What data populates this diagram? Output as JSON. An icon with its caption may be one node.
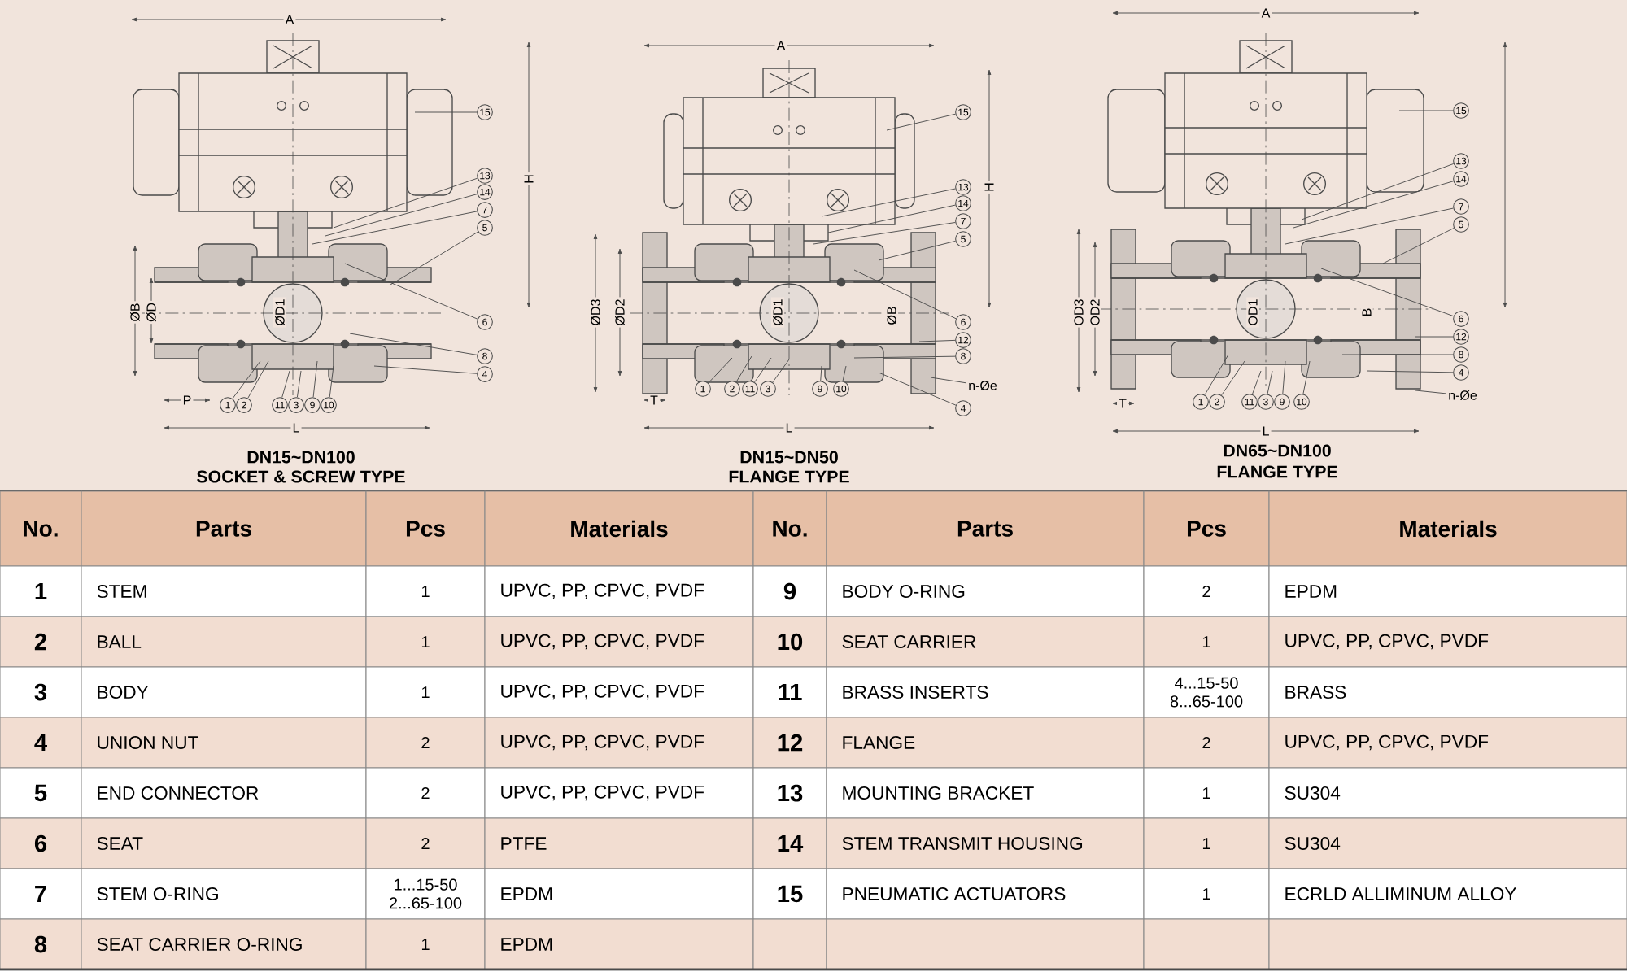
{
  "diagram": {
    "nodes": [
      {
        "text": [
          "15"
        ]
      },
      {
        "text": [
          "13"
        ]
      },
      {
        "text": [
          "14"
        ]
      },
      {
        "text": [
          "7"
        ]
      },
      {
        "text": [
          "5"
        ]
      },
      {
        "text": [
          "6"
        ]
      },
      {
        "text": [
          "8"
        ]
      },
      {
        "text": [
          "4"
        ]
      },
      {
        "text": [
          "1"
        ]
      },
      {
        "text": [
          "2"
        ]
      },
      {
        "text": [
          "11"
        ]
      },
      {
        "text": [
          "3"
        ]
      },
      {
        "text": [
          "9"
        ]
      },
      {
        "text": [
          "10"
        ]
      },
      {
        "text": [
          "15"
        ]
      },
      {
        "text": [
          "13"
        ]
      },
      {
        "text": [
          "14"
        ]
      },
      {
        "text": [
          "7"
        ]
      },
      {
        "text": [
          "5"
        ]
      },
      {
        "text": [
          "6"
        ]
      },
      {
        "text": [
          "12"
        ]
      },
      {
        "text": [
          "8"
        ]
      },
      {
        "text": [
          "n-Øe"
        ]
      },
      {
        "text": [
          "4"
        ]
      },
      {
        "text": [
          "1"
        ]
      },
      {
        "text": [
          "2"
        ]
      },
      {
        "text": [
          "11"
        ]
      },
      {
        "text": [
          "3"
        ]
      },
      {
        "text": [
          "9"
        ]
      },
      {
        "text": [
          "10"
        ]
      },
      {
        "text": [
          "15"
        ]
      },
      {
        "text": [
          "13"
        ]
      },
      {
        "text": [
          "14"
        ]
      },
      {
        "text": [
          "7"
        ]
      },
      {
        "text": [
          "5"
        ]
      },
      {
        "text": [
          "6"
        ]
      },
      {
        "text": [
          "12"
        ]
      },
      {
        "text": [
          "8"
        ]
      },
      {
        "text": [
          "4"
        ]
      },
      {
        "text": [
          "n-Øe"
        ]
      },
      {
        "text": [
          "1"
        ]
      },
      {
        "text": [
          "2"
        ]
      },
      {
        "text": [
          "11"
        ]
      },
      {
        "text": [
          "3"
        ]
      },
      {
        "text": [
          "9"
        ]
      },
      {
        "text": [
          "10"
        ]
      }
    ],
    "edges": [
      {
        "from": 0,
        "to": null,
        "arrow": "none"
      },
      {
        "from": 1,
        "to": null,
        "arrow": "none"
      },
      {
        "from": 2,
        "to": null,
        "arrow": "none"
      },
      {
        "from": 3,
        "to": null,
        "arrow": "none"
      },
      {
        "from": 4,
        "to": null,
        "arrow": "none"
      },
      {
        "from": 5,
        "to": null,
        "arrow": "none"
      },
      {
        "from": 6,
        "to": null,
        "arrow": "none"
      },
      {
        "from": 7,
        "to": null,
        "arrow": "none"
      },
      {
        "from": 8,
        "to": null,
        "arrow": "none"
      },
      {
        "from": 9,
        "to": null,
        "arrow": "none"
      },
      {
        "from": 10,
        "to": null,
        "arrow": "none"
      },
      {
        "from": 11,
        "to": null,
        "arrow": "none"
      },
      {
        "from": 12,
        "to": null,
        "arrow": "none"
      },
      {
        "from": 13,
        "to": null,
        "arrow": "none"
      },
      {
        "from": 14,
        "to": null,
        "arrow": "none"
      },
      {
        "from": 15,
        "to": null,
        "arrow": "none"
      },
      {
        "from": 16,
        "to": null,
        "arrow": "none"
      },
      {
        "from": 17,
        "to": null,
        "arrow": "none"
      },
      {
        "from": 18,
        "to": null,
        "arrow": "none"
      },
      {
        "from": 19,
        "to": null,
        "arrow": "none"
      },
      {
        "from": 20,
        "to": null,
        "arrow": "none"
      },
      {
        "from": 21,
        "to": null,
        "arrow": "none"
      },
      {
        "from": 22,
        "to": null,
        "arrow": "none"
      },
      {
        "from": 23,
        "to": null,
        "arrow": "none"
      },
      {
        "from": 24,
        "to": null,
        "arrow": "none"
      },
      {
        "from": 25,
        "to": null,
        "arrow": "none"
      },
      {
        "from": 26,
        "to": null,
        "arrow": "none"
      },
      {
        "from": 27,
        "to": null,
        "arrow": "none"
      },
      {
        "from": 28,
        "to": null,
        "arrow": "none"
      },
      {
        "from": 29,
        "to": null,
        "arrow": "none"
      },
      {
        "from": 30,
        "to": null,
        "arrow": "none"
      },
      {
        "from": 31,
        "to": null,
        "arrow": "none"
      },
      {
        "from": 32,
        "to": null,
        "arrow": "none"
      },
      {
        "from": 33,
        "to": null,
        "arrow": "none"
      },
      {
        "from": 34,
        "to": null,
        "arrow": "none"
      },
      {
        "from": 35,
        "to": null,
        "arrow": "none"
      },
      {
        "from": 36,
        "to": null,
        "arrow": "none"
      },
      {
        "from": 37,
        "to": null,
        "arrow": "none"
      },
      {
        "from": 38,
        "to": null,
        "arrow": "none"
      },
      {
        "from": 39,
        "to": null,
        "arrow": "none"
      },
      {
        "from": 40,
        "to": null,
        "arrow": "none"
      },
      {
        "from": 41,
        "to": null,
        "arrow": "none"
      },
      {
        "from": 42,
        "to": null,
        "arrow": "none"
      },
      {
        "from": 43,
        "to": null,
        "arrow": "none"
      },
      {
        "from": 44,
        "to": null,
        "arrow": "none"
      },
      {
        "from": 45,
        "to": null,
        "arrow": "none"
      }
    ],
    "labels": [
      "A",
      "H",
      "ØB",
      "ØD",
      "ØD1",
      "P",
      "L",
      "DN15~DN100",
      "SOCKET & SCREW TYPE",
      "A",
      "H",
      "ØD3",
      "ØD2",
      "ØD1",
      "ØB",
      "T",
      "L",
      "DN15~DN50",
      "FLANGE TYPE",
      "A",
      "OD3",
      "OD2",
      "OD1",
      "B",
      "T",
      "L",
      "DN65~DN100",
      "FLANGE TYPE",
      "No.",
      "Parts",
      "Pcs",
      "Materials",
      "No.",
      "Parts",
      "Pcs",
      "Materials",
      "1",
      "STEM",
      "1",
      "UPVC, PP, CPVC, PVDF",
      "9",
      "BODY O-RING",
      "2",
      "EPDM",
      "2",
      "BALL",
      "1",
      "UPVC, PP, CPVC, PVDF",
      "10",
      "SEAT CARRIER",
      "1",
      "UPVC, PP, CPVC, PVDF",
      "3",
      "BODY",
      "1",
      "UPVC, PP, CPVC, PVDF",
      "11",
      "BRASS INSERTS",
      "4...15-50 8...65-100",
      "BRASS",
      "4",
      "UNION NUT",
      "2",
      "UPVC, PP, CPVC, PVDF",
      "12",
      "FLANGE",
      "2",
      "UPVC, PP, CPVC, PVDF",
      "5",
      "END CONNECTOR",
      "2",
      "UPVC, PP, CPVC, PVDF",
      "13",
      "MOUNTING BRACKET",
      "1",
      "SU304",
      "6",
      "SEAT",
      "2",
      "PTFE",
      "14",
      "STEM TRANSMIT HOUSING",
      "1",
      "SU304",
      "7",
      "STEM O-RING",
      "1...15-50 2...65-100",
      "EPDM",
      "15",
      "PNEUMATIC ACTUATORS",
      "1",
      "ECRLD ALLIMINUM ALLOY",
      "8",
      "SEAT CARRIER O-RING",
      "1",
      "EPDM"
    ]
  }
}
